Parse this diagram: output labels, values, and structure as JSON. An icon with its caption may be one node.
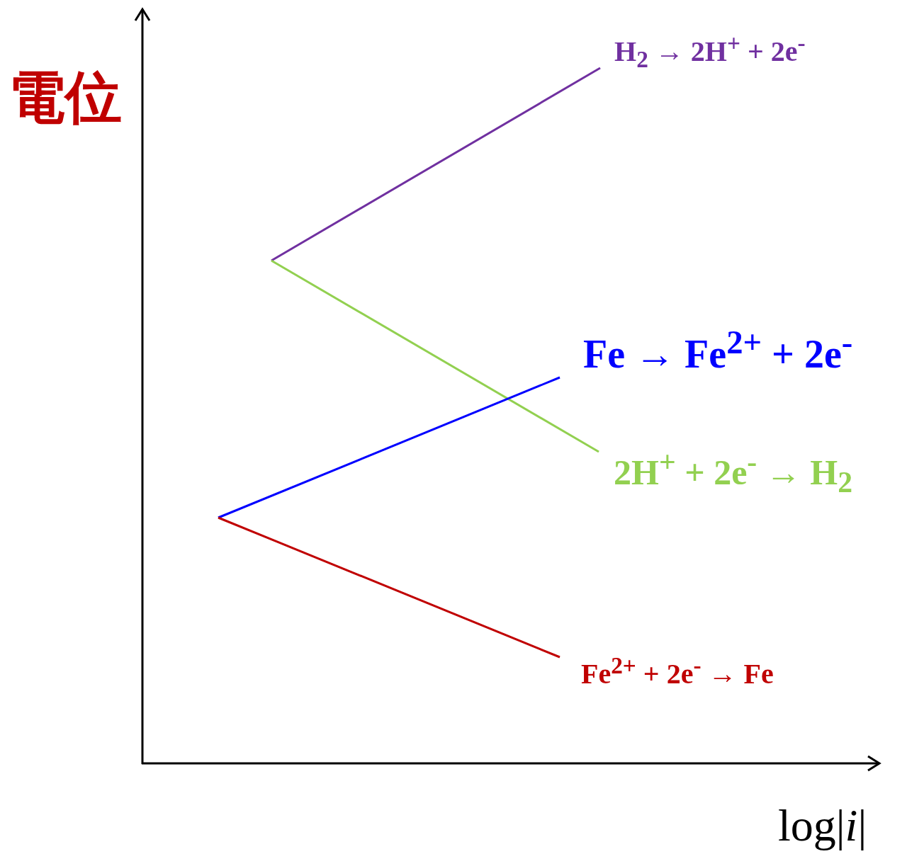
{
  "diagram": {
    "labels": [
      "電位",
      "H$_{2}$ → 2H$^{+}$ + 2e$^{-}$",
      "Fe → Fe$^{2+}$ + 2e$^{-}$",
      "2H$^{+}$ + 2e$^{-}$ → H$_{2}$",
      "Fe$^{2+}$ + 2e$^{-}$ → Fe",
      "log|*i*|"
    ]
  }
}
